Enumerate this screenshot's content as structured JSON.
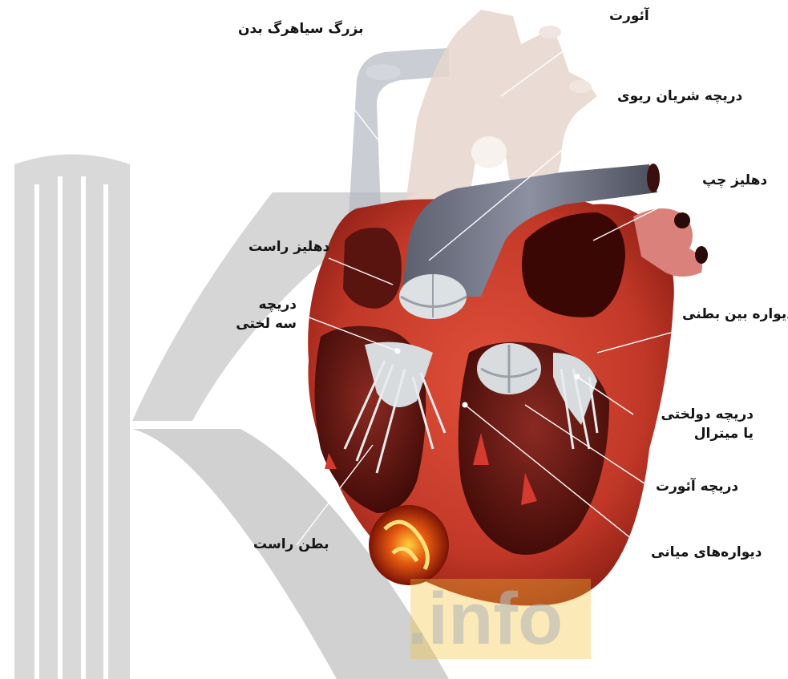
{
  "labels": {
    "vena_cava": "بزرگ سیاهرگ بدن",
    "aorta_top": "آئورت",
    "pulmonary_valve": "دریچه شریان ریوی",
    "left_atrium": "دهلیز چپ",
    "right_atrium": "دهلیز راست",
    "tricuspid_valve": [
      "دریچه",
      "سه لختی"
    ],
    "interventricular_septum": "دیواره بین بطنی",
    "mitral_valve": [
      "دریچه دولختی",
      "یا میترال"
    ],
    "aortic_valve": "دریچه آئورت",
    "right_ventricle": "بطن راست",
    "middle_walls": "دیواره‌های میانی"
  },
  "watermark": {
    "text": ".info",
    "color_logo": "#d9d9d9",
    "color_text": "#f4c430"
  },
  "colors": {
    "muscle": "#c8382a",
    "muscle_dark": "#8a1e16",
    "chamber": "#5a0f0c",
    "vessel_grey": "#9aa0ab",
    "aorta_pale": "#e8d8cf",
    "valve_white": "#dfe3e6"
  }
}
